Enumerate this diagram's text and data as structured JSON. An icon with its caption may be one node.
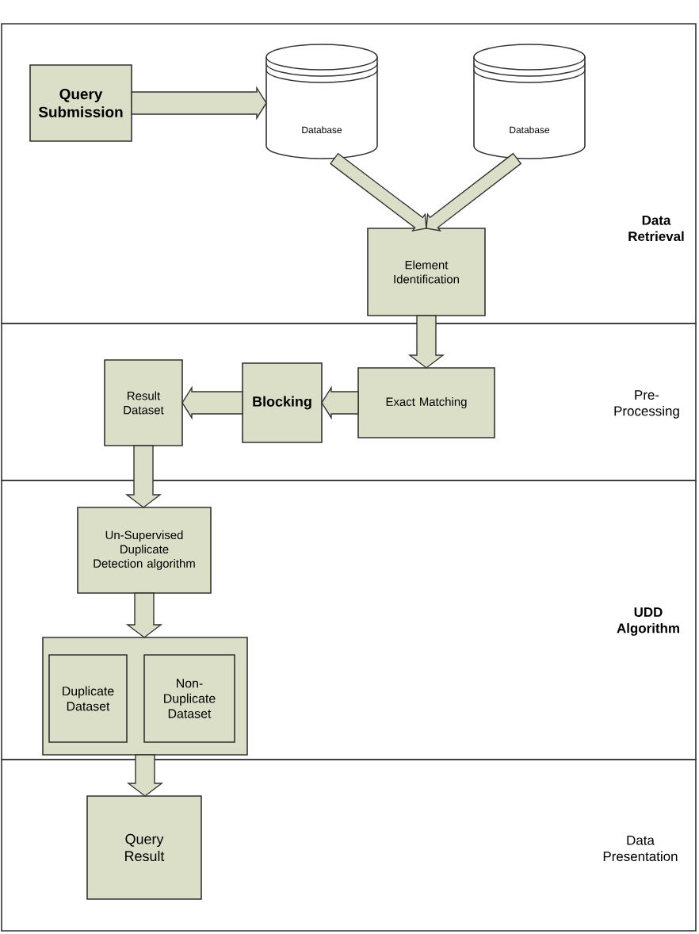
{
  "diagram": {
    "nodes": [
      {
        "text": [
          "Data Retrieval"
        ]
      },
      {
        "text": [
          "Query Submission"
        ],
        "in": 0
      },
      {
        "text": [
          "Database"
        ],
        "in": 0
      },
      {
        "text": [
          "Database"
        ],
        "in": 0
      },
      {
        "text": [
          "Element Identification"
        ],
        "in": 0
      },
      {
        "text": [
          "Pre- Processing"
        ]
      },
      {
        "text": [
          "Result Dataset"
        ],
        "in": 5
      },
      {
        "text": [
          "Blocking"
        ],
        "in": 5
      },
      {
        "text": [
          "Exact Matching"
        ],
        "in": 5
      },
      {
        "text": [
          "UDD Algorithm"
        ]
      },
      {
        "text": [
          "Un-Supervised Duplicate Detection algorithm"
        ],
        "in": 9
      },
      {
        "text": [],
        "shape": "box",
        "in": 9
      },
      {
        "text": [
          "Duplicate Dataset"
        ],
        "in": 11
      },
      {
        "text": [
          "Non- Duplicate Dataset"
        ],
        "in": 11
      },
      {
        "text": [
          "Data Presentation"
        ]
      },
      {
        "text": [
          "Query Result"
        ],
        "in": 14
      }
    ],
    "edges": [
      {
        "from": 1,
        "to": 2,
        "arrow": "to"
      },
      {
        "from": 2,
        "to": 4,
        "arrow": "to"
      },
      {
        "from": 3,
        "to": 4,
        "arrow": "to"
      },
      {
        "from": 4,
        "to": 8,
        "arrow": "to"
      },
      {
        "from": 8,
        "to": 7,
        "arrow": "to"
      },
      {
        "from": 7,
        "to": 6,
        "arrow": "to"
      },
      {
        "from": 6,
        "to": 10,
        "arrow": "to"
      },
      {
        "from": 10,
        "to": 11,
        "arrow": "to"
      },
      {
        "from": 11,
        "to": 15,
        "arrow": "to"
      }
    ]
  }
}
